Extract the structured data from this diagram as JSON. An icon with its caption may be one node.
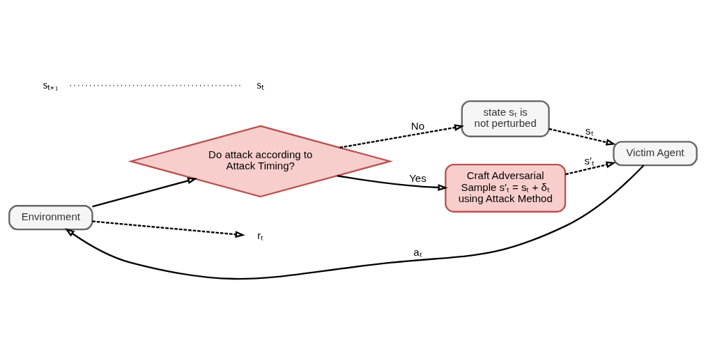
{
  "diagram": {
    "nodes": [
      {
        "text": [
          "Environment"
        ]
      },
      {
        "text": [
          "Do attack according to Attack Timing?"
        ]
      },
      {
        "text": [
          "state sₜ is not perturbed"
        ]
      },
      {
        "text": [
          "Craft Adversarial Sample s′ₜ = sₜ + δₜ using Attack Method"
        ]
      },
      {
        "text": [
          "Victim Agent"
        ]
      },
      {
        "text": [
          "rₜ"
        ]
      }
    ],
    "edges": [
      {
        "from": 0,
        "to": 1,
        "arrow": "to"
      },
      {
        "from": 0,
        "to": 5,
        "arrow": "to",
        "style": "dashed"
      },
      {
        "from": 1,
        "to": 2,
        "arrow": "to",
        "label": "No",
        "style": "dashed"
      },
      {
        "from": 1,
        "to": 3,
        "arrow": "to",
        "label": "Yes"
      },
      {
        "from": 2,
        "to": 4,
        "arrow": "to",
        "label": "sₜ",
        "style": "dashed"
      },
      {
        "from": 3,
        "to": 4,
        "arrow": "to",
        "label": "s′ₜ",
        "style": "dashed"
      },
      {
        "from": 4,
        "to": 0,
        "arrow": "to",
        "label": "aₜ"
      }
    ],
    "labels": [
      "sₜ₊₁",
      "sₜ"
    ]
  }
}
